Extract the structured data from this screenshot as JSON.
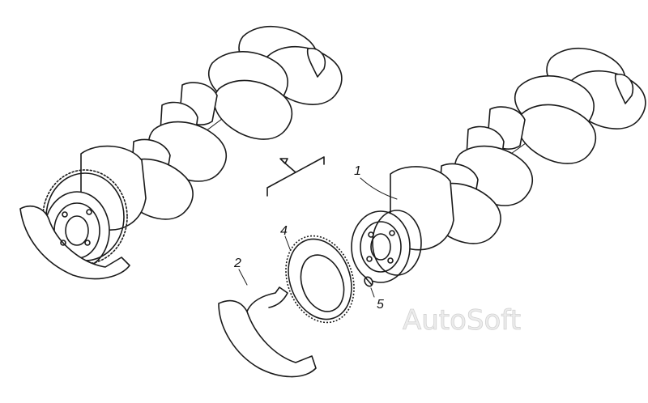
{
  "callouts": {
    "c1": "1",
    "c2": "2",
    "c4": "4",
    "c5": "5"
  },
  "watermark": "AutoSoft"
}
